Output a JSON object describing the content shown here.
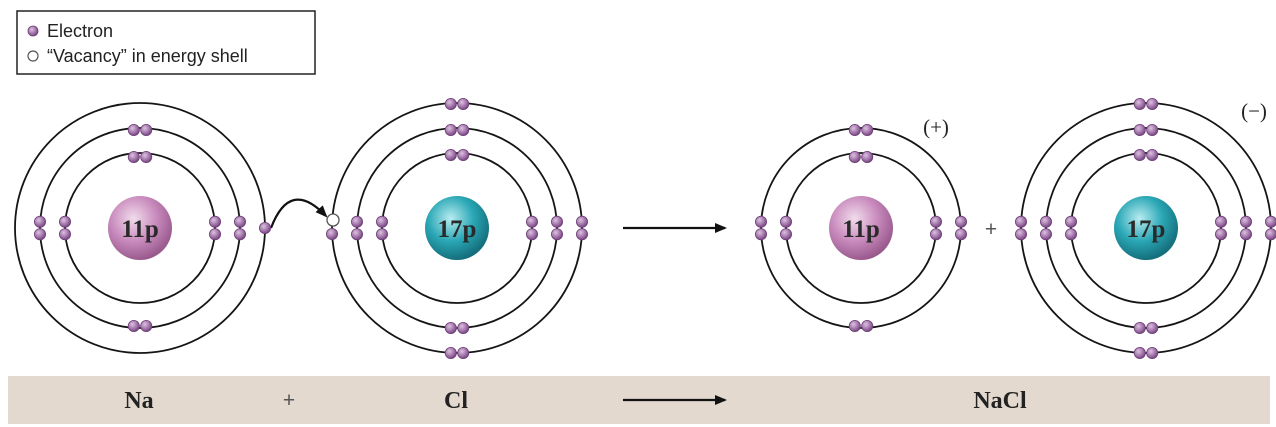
{
  "legend": {
    "electron_label": "Electron",
    "vacancy_label": "“Vacancy” in energy shell"
  },
  "atoms": {
    "na_reactant_label": "11p",
    "cl_reactant_label": "17p",
    "na_ion_label": "11p",
    "cl_ion_label": "17p"
  },
  "charges": {
    "positive": "(+)",
    "negative": "(−)"
  },
  "equation": {
    "reactant1": "Na",
    "plus": "+",
    "reactant2": "Cl",
    "product": "NaCl"
  },
  "ion_plus": "+",
  "colors": {
    "electron": "#a072a8",
    "sodium_nucleus": "#c98bbd",
    "chlorine_nucleus": "#2aa7b5",
    "bar": "#e3d9cf"
  }
}
